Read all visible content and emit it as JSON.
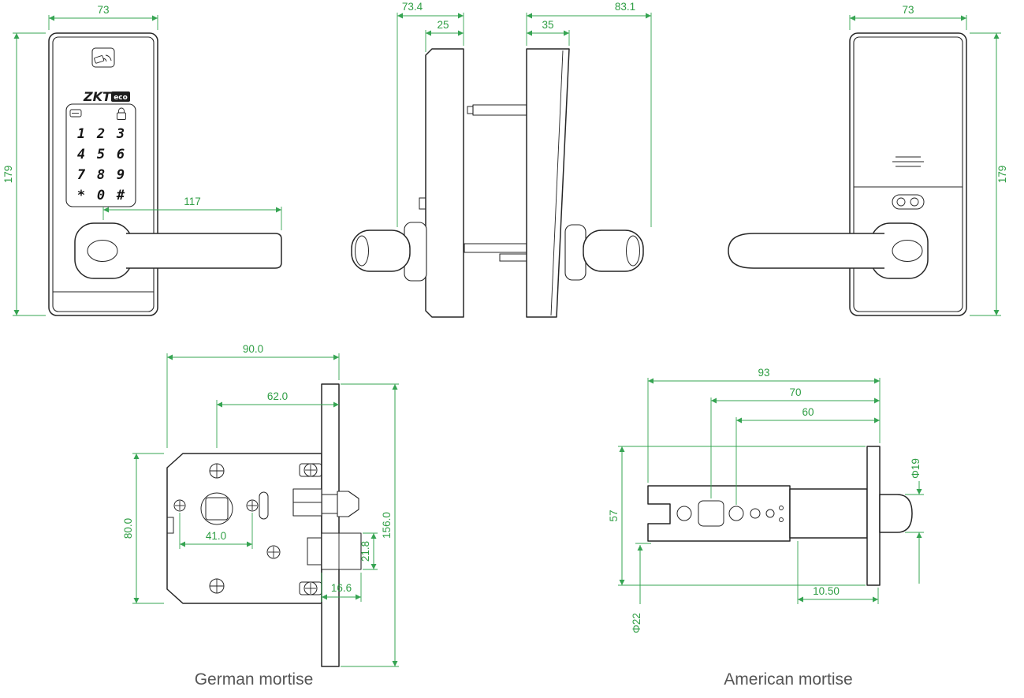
{
  "drawing": {
    "brand": {
      "main": "ZKT",
      "sub": "eco"
    },
    "front": {
      "width": "73",
      "height": "179",
      "handle_length": "117",
      "keypad": [
        [
          "1",
          "2",
          "3"
        ],
        [
          "4",
          "5",
          "6"
        ],
        [
          "7",
          "8",
          "9"
        ],
        [
          "*",
          "0",
          "#"
        ]
      ]
    },
    "side": {
      "front_total_depth": "73.4",
      "front_body_depth": "25",
      "back_total_depth": "83.1",
      "back_body_depth": "35"
    },
    "back": {
      "width": "73",
      "height": "179"
    },
    "german": {
      "label": "German mortise",
      "case_depth": "90.0",
      "backset": "62.0",
      "case_height": "80.0",
      "hole_spacing": "41.0",
      "faceplate_height": "156.0",
      "deadbolt_height": "21.8",
      "deadbolt_throw": "16.6"
    },
    "american": {
      "label": "American mortise",
      "total_length": "93",
      "backset_a": "70",
      "backset_b": "60",
      "faceplate_height": "57",
      "bolt_diameter": "Φ19",
      "tube_diameter": "Φ22",
      "plate_offset": "10.50"
    },
    "colors": {
      "dimension": "#36a452",
      "line": "#262626",
      "label": "#555555"
    }
  }
}
